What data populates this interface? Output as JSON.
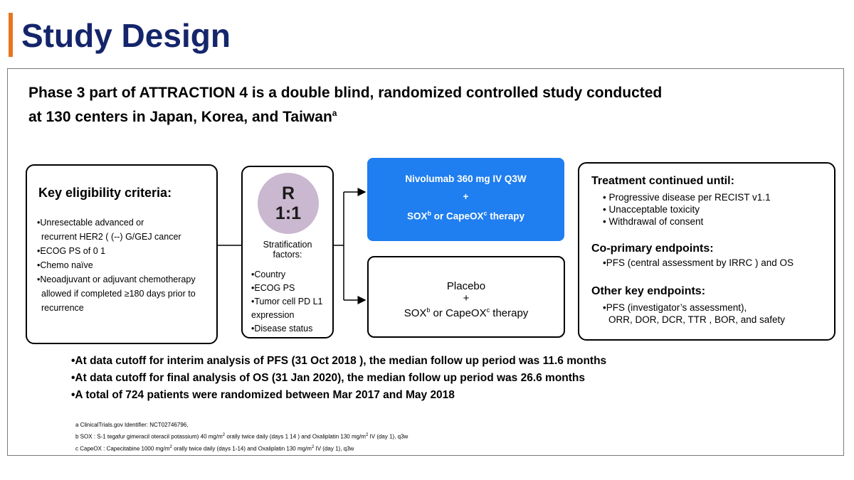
{
  "page": {
    "title": "Study Design"
  },
  "subtitle": {
    "line1": "Phase 3 part of ATTRACTION 4 is a double blind, randomized controlled study conducted",
    "line2": "at 130 centers in Japan, Korea, and Taiwan",
    "sup": "a"
  },
  "eligibility": {
    "heading": "Key eligibility criteria:",
    "items": [
      "•Unresectable advanced or",
      "recurrent HER2 ( (--) G/GEJ cancer",
      "•ECOG PS of 0 1",
      "•Chemo naïve",
      "•Neoadjuvant or adjuvant chemotherapy",
      "allowed if completed ≥180 days prior to",
      "recurrence"
    ]
  },
  "randomization": {
    "r": "R",
    "ratio": "1:1",
    "strat_title_1": "Stratification",
    "strat_title_2": "factors:",
    "factors": [
      "•Country",
      "•ECOG PS",
      "•Tumor cell PD L1",
      "expression",
      "•Disease status"
    ]
  },
  "arm_top": {
    "line1": "Nivolumab 360 mg IV Q3W",
    "plus": "+",
    "sox": "SOX",
    "sox_sup": "b",
    "or": " or CapeOX",
    "capeox_sup": "c",
    "therapy": " therapy"
  },
  "arm_bottom": {
    "line1": "Placebo",
    "plus": "+",
    "sox": "SOX",
    "sox_sup": "b",
    "or": " or CapeOX",
    "capeox_sup": "c",
    "therapy": " therapy"
  },
  "outcomes": {
    "treatment_heading": "Treatment continued until:",
    "treatment_items": [
      "• Progressive disease per RECIST v1.1",
      "• Unacceptable toxicity",
      "• Withdrawal of consent"
    ],
    "coprimary_heading": "Co-primary endpoints:",
    "coprimary_items": [
      "•PFS (central assessment by IRRC ) and OS"
    ],
    "other_heading": "Other key endpoints:",
    "other_items": [
      "•PFS (investigator’s assessment),",
      "ORR, DOR, DCR, TTR , BOR, and safety"
    ]
  },
  "notes": [
    "•At data cutoff for interim analysis of PFS (31 Oct 2018 ), the median follow up period was 11.6 months",
    "•At data cutoff for final analysis of OS (31 Jan 2020), the median follow up period was 26.6 months",
    "•A total of 724 patients were randomized between Mar 2017 and May 2018"
  ],
  "footnotes": {
    "a": "a ClinicalTrials.gov Identifier: NCT02746796,",
    "b_pre": "b SOX : S-1 tegafur gimeracil oteracil potassium) 40 mg/m",
    "b_mid": " orally twice daily (days 1 14 ) and Oxaliplatin 130 mg/m",
    "b_end": " IV (day 1), q3w",
    "c_pre": "c CapeOX : Capecitabine 1000 mg/m",
    "c_mid": " orally twice daily (days 1-14) and Oxaliplatin 130 mg/m",
    "c_end": " IV (day 1), q3w",
    "sq": "2"
  },
  "colors": {
    "title": "#14256b",
    "accent_bar": "#e8761f",
    "arm_top_fill": "#1f7ef0",
    "rand_circle": "#c9b8d0"
  }
}
